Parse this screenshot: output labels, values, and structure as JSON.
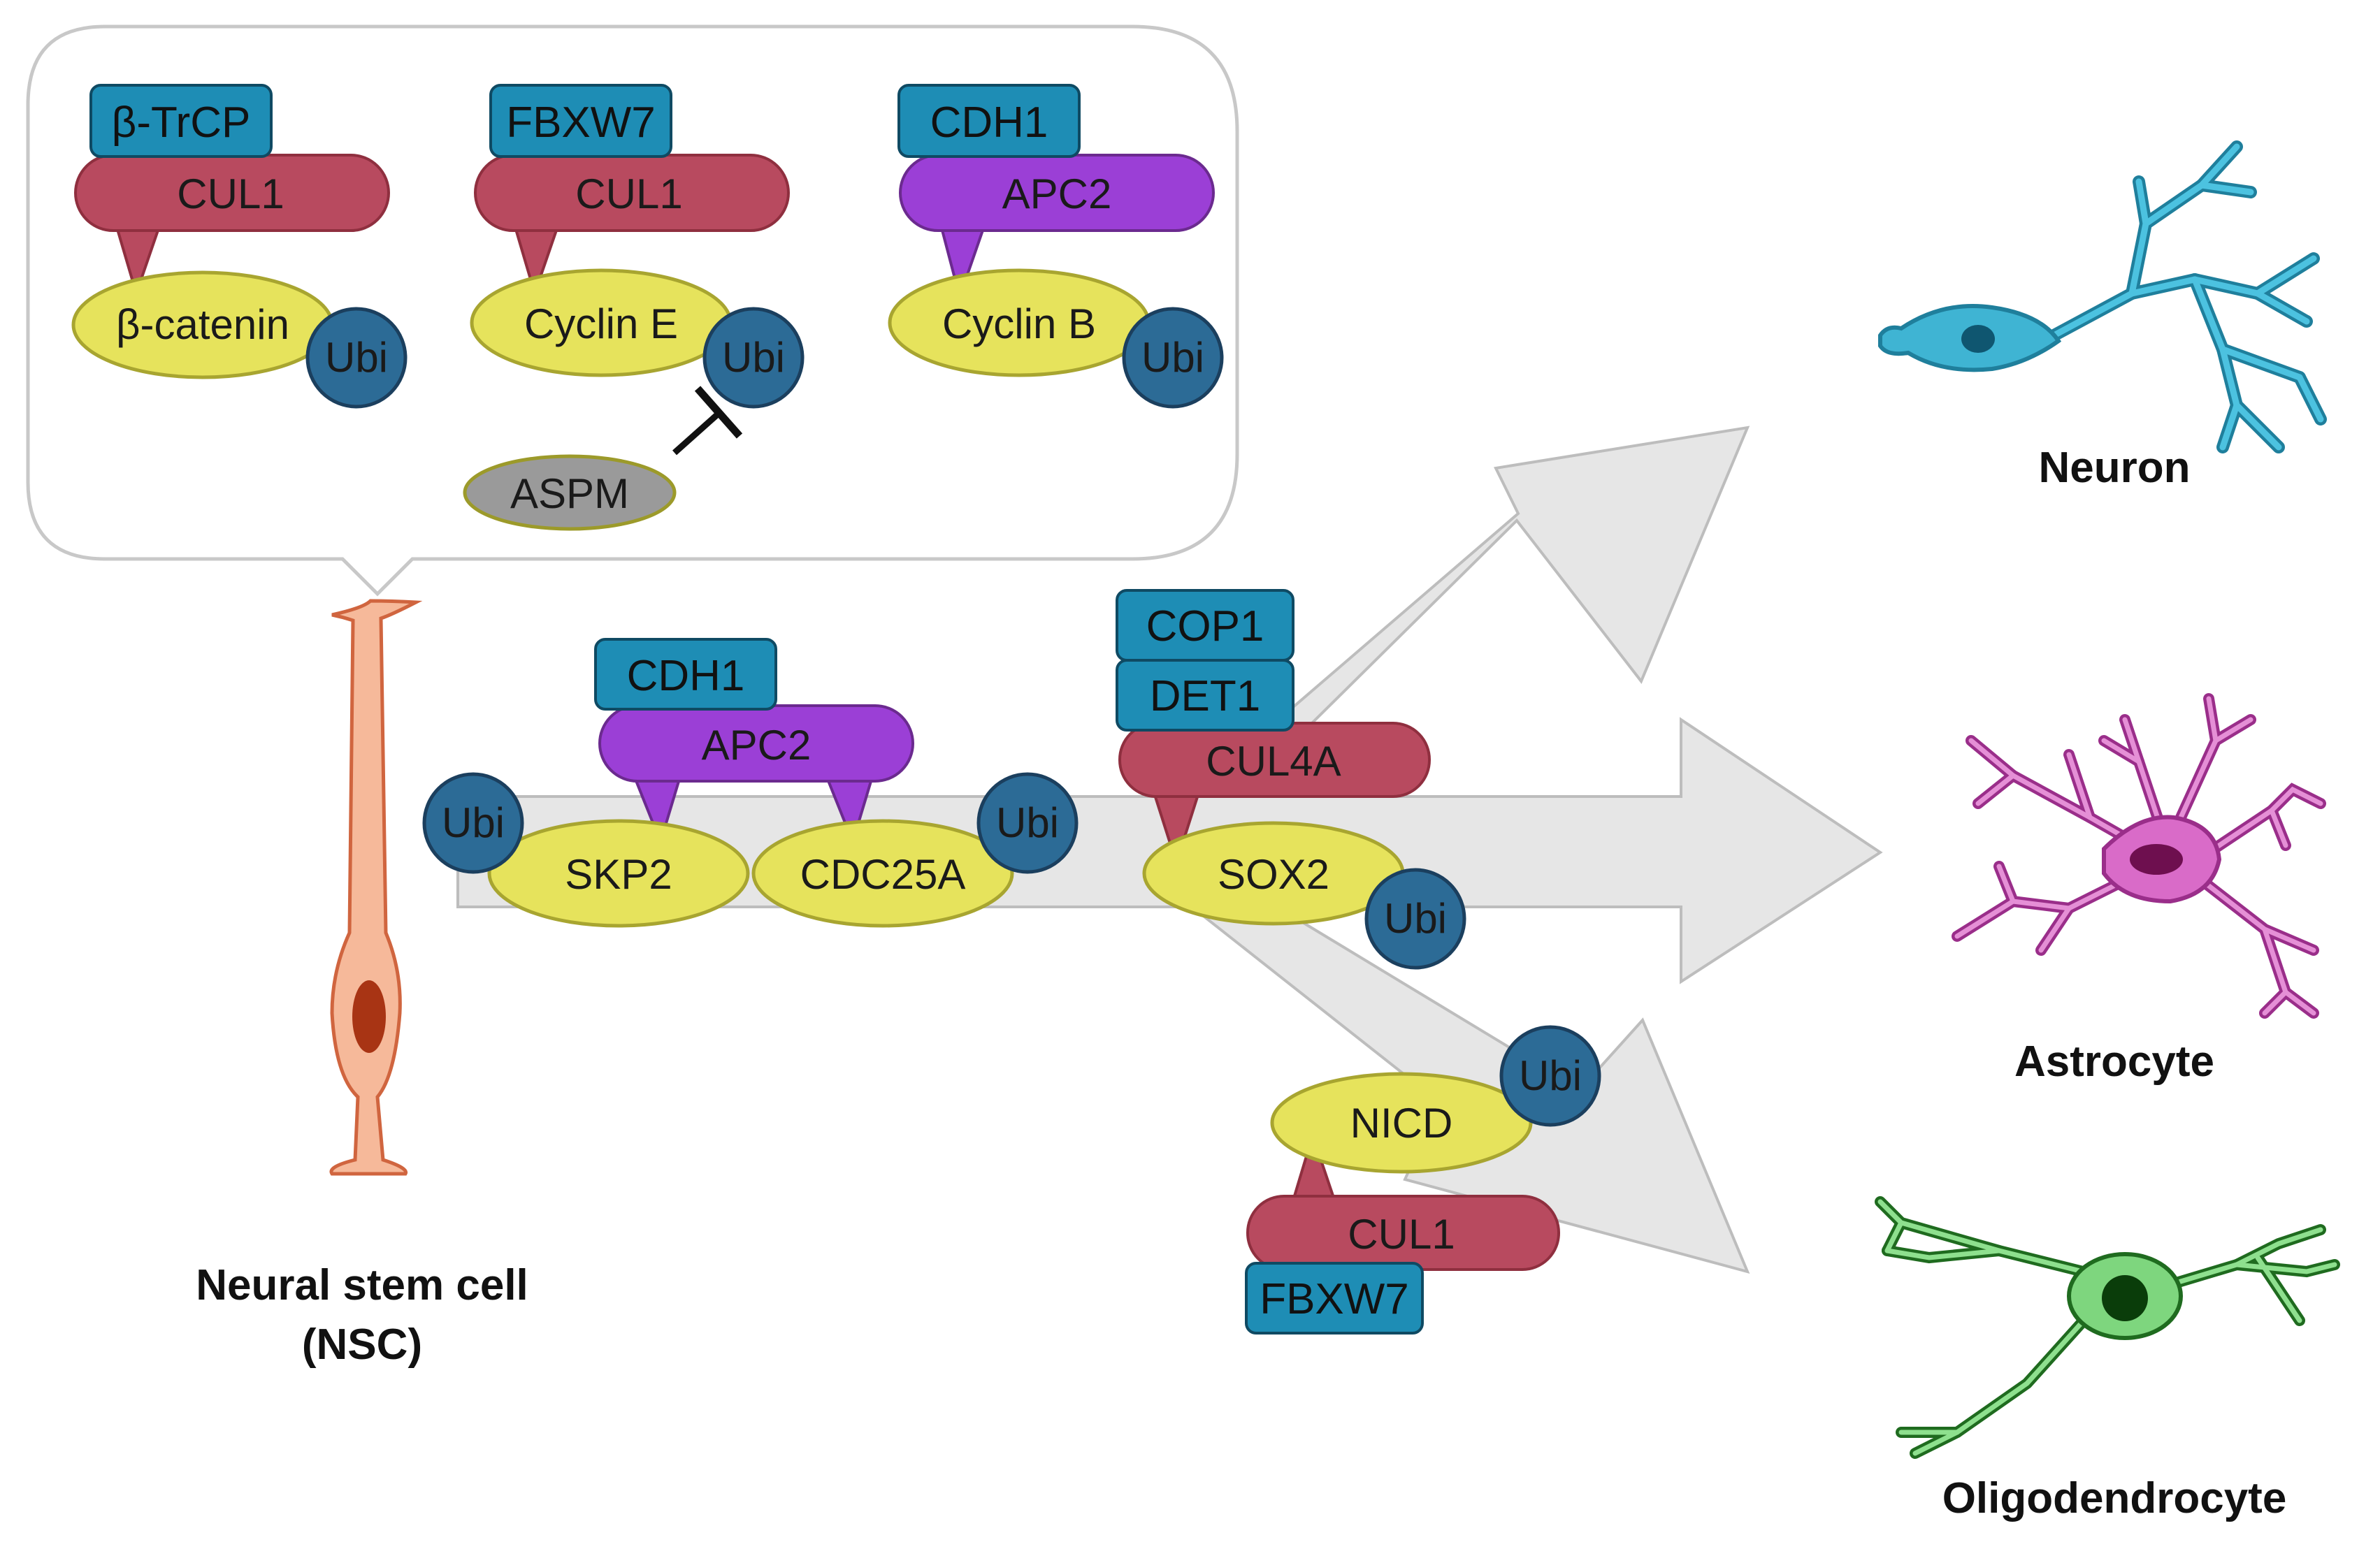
{
  "colors": {
    "ligase": "#b84a5f",
    "apc": "#9b3fd6",
    "adaptor": "#1e8db5",
    "substrate": "#e6e35c",
    "ubi": "#2c6b96",
    "aspm": "#9a9a9a",
    "arrow": "#e6e6e6",
    "neuron": "#3fb4d3",
    "astrocyte": "#d96bc8",
    "oligodendrocyte": "#7ed67e",
    "nsc": "#f6b99a"
  },
  "callout": {
    "complex1": {
      "adaptor": "β-TrCP",
      "ligase": "CUL1",
      "substrate": "β-catenin",
      "ubi": "Ubi"
    },
    "complex2": {
      "adaptor": "FBXW7",
      "ligase": "CUL1",
      "substrate": "Cyclin E",
      "ubi": "Ubi"
    },
    "complex3": {
      "adaptor": "CDH1",
      "ligase": "APC2",
      "substrate": "Cyclin B",
      "ubi": "Ubi"
    },
    "inhibitor": {
      "label": "ASPM"
    }
  },
  "apc_complex": {
    "adaptor": "CDH1",
    "ligase": "APC2",
    "substrate_left": "SKP2",
    "substrate_right": "CDC25A",
    "ubi_left": "Ubi",
    "ubi_right": "Ubi"
  },
  "cul4a_complex": {
    "adaptor_top": "COP1",
    "adaptor_bottom": "DET1",
    "ligase": "CUL4A",
    "substrate": "SOX2",
    "ubi": "Ubi"
  },
  "cul1_complex": {
    "substrate": "NICD",
    "ubi": "Ubi",
    "ligase": "CUL1",
    "adaptor": "FBXW7"
  },
  "cells": {
    "nsc_line1": "Neural stem cell",
    "nsc_line2": "(NSC)",
    "neuron": "Neuron",
    "astrocyte": "Astrocyte",
    "oligodendrocyte": "Oligodendrocyte"
  }
}
